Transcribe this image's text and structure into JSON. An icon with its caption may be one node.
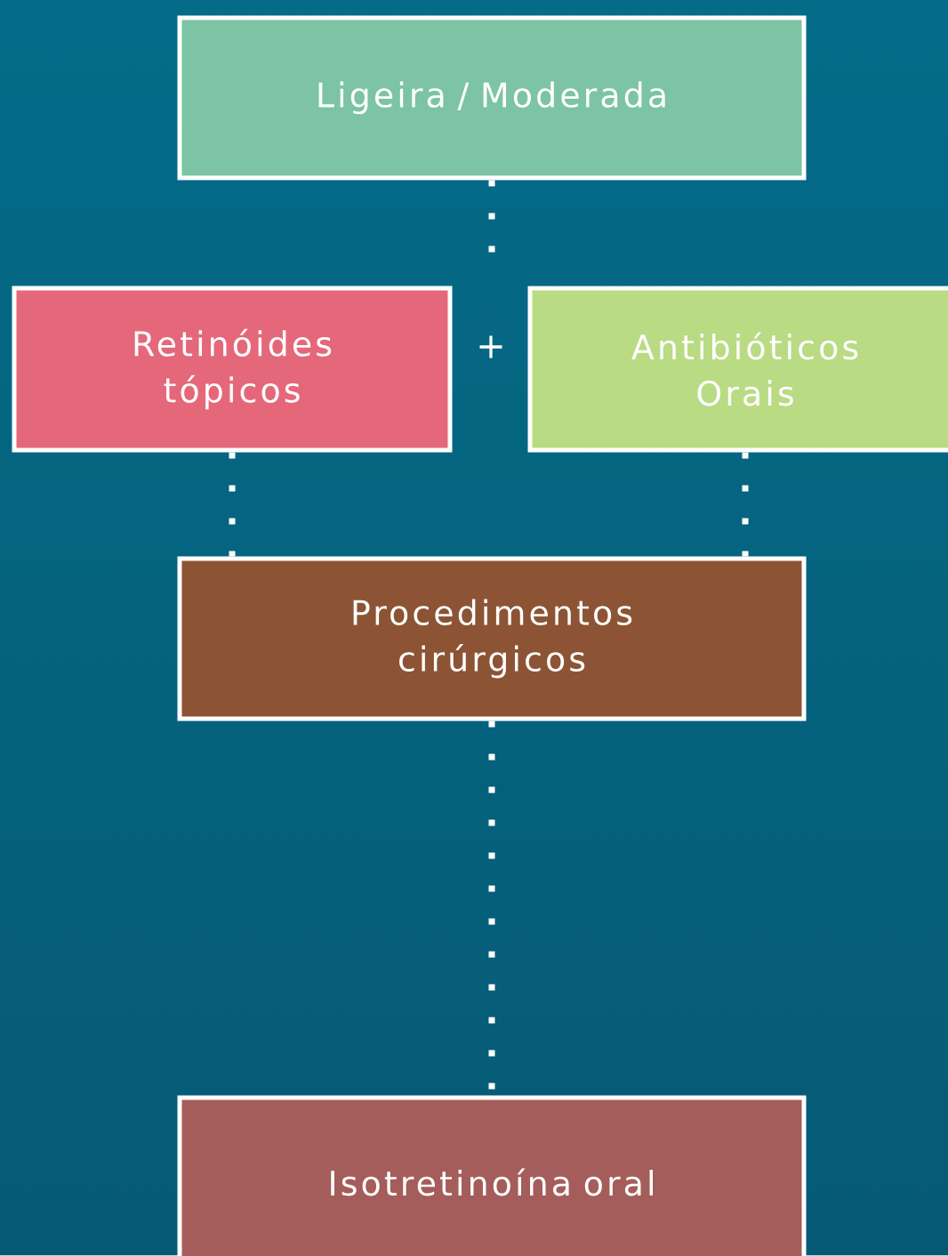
{
  "diagram": {
    "nodes": [
      {
        "text": [
          "Ligeira / Moderada"
        ]
      },
      {
        "text": [
          "Retinóides tópicos"
        ]
      },
      {
        "text": [
          "Antibióticos Orais"
        ]
      },
      {
        "text": [
          "Procedimentos cirúrgicos"
        ]
      },
      {
        "text": [
          "Isotretinoína oral"
        ]
      }
    ],
    "edges": [
      {
        "from": 0,
        "to": null,
        "arrow": "none"
      },
      {
        "from": 1,
        "to": 3,
        "arrow": "none"
      },
      {
        "from": 2,
        "to": 3,
        "arrow": "none"
      },
      {
        "from": 3,
        "to": 4,
        "arrow": "none"
      }
    ],
    "labels": [
      "+"
    ]
  }
}
